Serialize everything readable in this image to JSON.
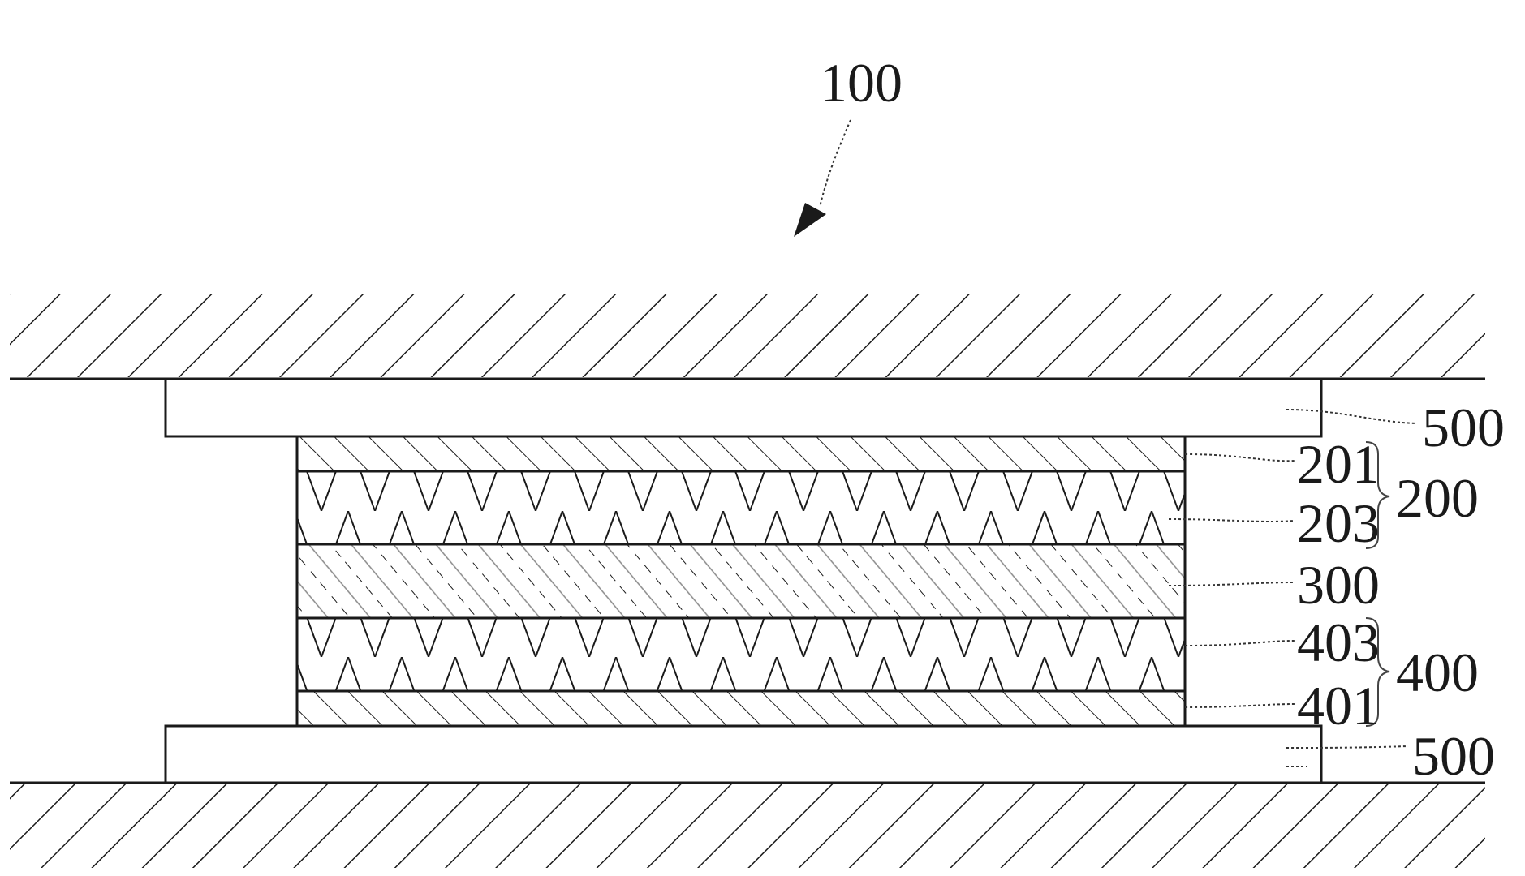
{
  "labels": {
    "assembly": "100",
    "plate_top": "500",
    "plate_bottom": "500",
    "layer_201": "201",
    "layer_203": "203",
    "group_200": "200",
    "layer_300": "300",
    "layer_403": "403",
    "layer_401": "401",
    "group_400": "400"
  }
}
